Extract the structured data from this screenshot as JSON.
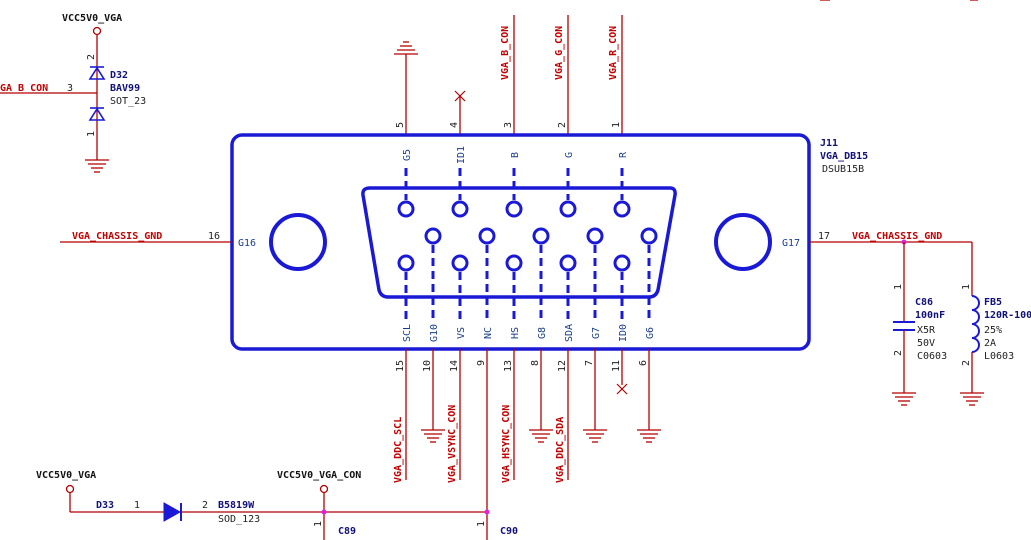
{
  "power": {
    "vcc_top": "VCC5V0_VGA",
    "vcc_bottom": "VCC5V0_VGA",
    "vcc_con": "VCC5V0_VGA_CON"
  },
  "nets": {
    "vga_b_con_left": "GA_B_CON",
    "vga_b_con": "VGA_B_CON",
    "vga_g_con": "VGA_G_CON",
    "vga_r_con": "VGA_R_CON",
    "chassis_left": "VGA_CHASSIS_GND",
    "chassis_right": "VGA_CHASSIS_GND",
    "ddc_scl": "VGA_DDC_SCL",
    "vsync": "VGA_VSYNC_CON",
    "hsync": "VGA_HSYNC_CON",
    "ddc_sda": "VGA_DDC_SDA"
  },
  "d32": {
    "ref": "D32",
    "value": "BAV99",
    "package": "SOT_23",
    "pin_top": "2",
    "pin_left": "3",
    "pin_bottom": "1"
  },
  "j11": {
    "ref": "J11",
    "value": "VGA_DB15",
    "package": "DSUB15B",
    "top_pins": [
      {
        "num": "5",
        "name": "G5"
      },
      {
        "num": "4",
        "name": "ID1"
      },
      {
        "num": "3",
        "name": "B"
      },
      {
        "num": "2",
        "name": "G"
      },
      {
        "num": "1",
        "name": "R"
      }
    ],
    "bottom_pins": [
      {
        "num": "15",
        "name": "SCL"
      },
      {
        "num": "10",
        "name": "G10"
      },
      {
        "num": "14",
        "name": "VS"
      },
      {
        "num": "9",
        "name": "NC"
      },
      {
        "num": "13",
        "name": "HS"
      },
      {
        "num": "8",
        "name": "G8"
      },
      {
        "num": "12",
        "name": "SDA"
      },
      {
        "num": "7",
        "name": "G7"
      },
      {
        "num": "11",
        "name": "ID0"
      },
      {
        "num": "6",
        "name": "G6"
      }
    ],
    "side_left": {
      "num": "16",
      "name": "G16"
    },
    "side_right": {
      "num": "17",
      "name": "G17"
    }
  },
  "c86": {
    "ref": "C86",
    "value": "100nF",
    "dielectric": "X5R",
    "voltage": "50V",
    "package": "C0603",
    "pin_top": "1",
    "pin_bottom": "2"
  },
  "fb5": {
    "ref": "FB5",
    "value": "120R-100",
    "tolerance": "25%",
    "current": "2A",
    "package": "L0603",
    "pin_top": "1",
    "pin_bottom": "2"
  },
  "d33": {
    "ref": "D33",
    "value": "B5819W",
    "package": "SOD_123",
    "pin_left": "1",
    "pin_right": "2"
  },
  "c89": {
    "ref": "C89",
    "pin": "1"
  },
  "c90": {
    "ref": "C90",
    "pin": "1"
  }
}
